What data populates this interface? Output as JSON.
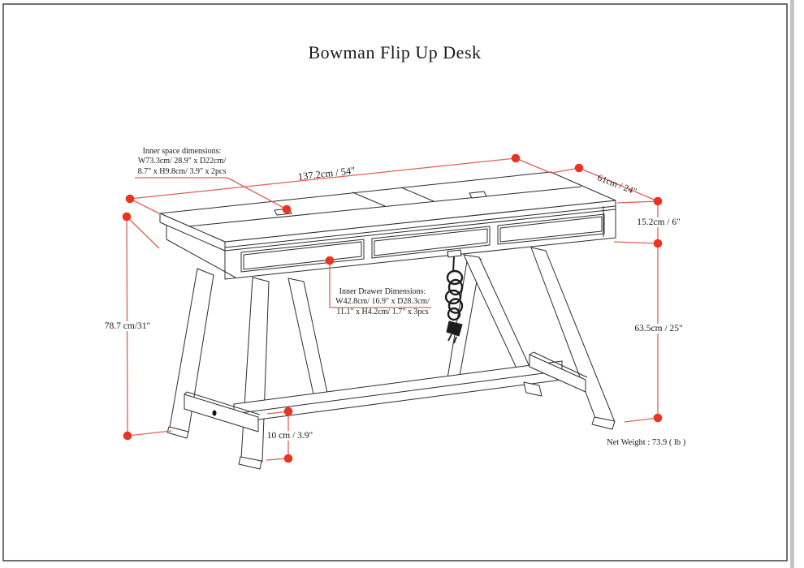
{
  "title": "Bowman Flip Up Desk",
  "product": "Bowman Flip Up Desk",
  "colors": {
    "dimension_line": "#e06055",
    "dimension_dot": "#ea3323",
    "line_art": "#2c2c2c"
  },
  "dimensions": {
    "width_label": "137.2cm / 54\"",
    "depth_label": "61cm / 24\"",
    "top_thickness_label": "15.2cm / 6\"",
    "leg_height_label": "63.5cm / 25\"",
    "total_height_label": "78.7 cm/31\"",
    "stretcher_clearance_label": "10 cm / 3.9\""
  },
  "annotations": {
    "inner_space": {
      "line1": "Inner space dimensions:",
      "line2": "W73.3cm/ 28.9\" x D22cm/",
      "line3": "8.7\" x H9.8cm/ 3.9\" x 2pcs"
    },
    "inner_drawer": {
      "line1": "Inner Drawer Dimensions:",
      "line2": "W42.8cm/ 16.9\" x D28.3cm/",
      "line3": "11.1\" x H4.2cm/ 1.7\" x 3pcs"
    },
    "net_weight": "Net Weight : 73.9 ( lb )"
  }
}
